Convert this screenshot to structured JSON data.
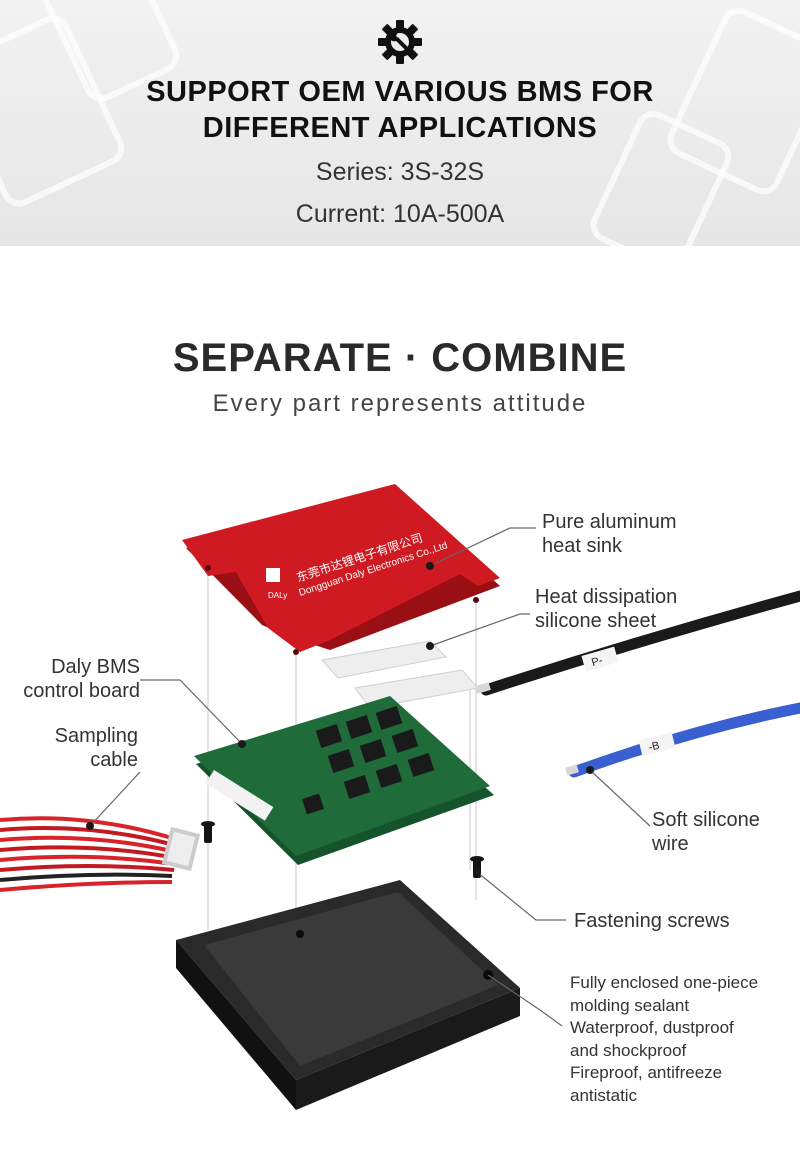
{
  "banner": {
    "icon": "gear-wrench-icon",
    "headline_line1": "SUPPORT OEM VARIOUS BMS FOR",
    "headline_line2": "DIFFERENT APPLICATIONS",
    "series": "Series: 3S-32S",
    "current": "Current: 10A-500A"
  },
  "section": {
    "title": "SEPARATE · COMBINE",
    "tagline": "Every part represents attitude"
  },
  "product": {
    "cover_brand": "DALy",
    "cover_text_cn": "东莞市达锂电子有限公司",
    "cover_text_en": "Dongguan Daly Electronics Co.,Ltd",
    "wire_p_tag": "P-",
    "wire_b_tag": "-B"
  },
  "labels": {
    "heat_sink_1": "Pure aluminum",
    "heat_sink_2": "heat sink",
    "silicone_sheet_1": "Heat dissipation",
    "silicone_sheet_2": "silicone sheet",
    "control_board_1": "Daly BMS",
    "control_board_2": "control board",
    "sampling_cable_1": "Sampling",
    "sampling_cable_2": "cable",
    "silicone_wire_1": "Soft silicone",
    "silicone_wire_2": "wire",
    "screws": "Fastening screws",
    "enclosure_1": "Fully enclosed one-piece",
    "enclosure_2": "molding sealant",
    "enclosure_3": "Waterproof, dustproof",
    "enclosure_4": "and shockproof",
    "enclosure_5": "Fireproof, antifreeze",
    "enclosure_6": "antistatic"
  },
  "colors": {
    "cover_red": "#c8161d",
    "pcb_green": "#1f6b3a",
    "case_black": "#1c1c1c",
    "wire_blue": "#3a5fd0"
  }
}
